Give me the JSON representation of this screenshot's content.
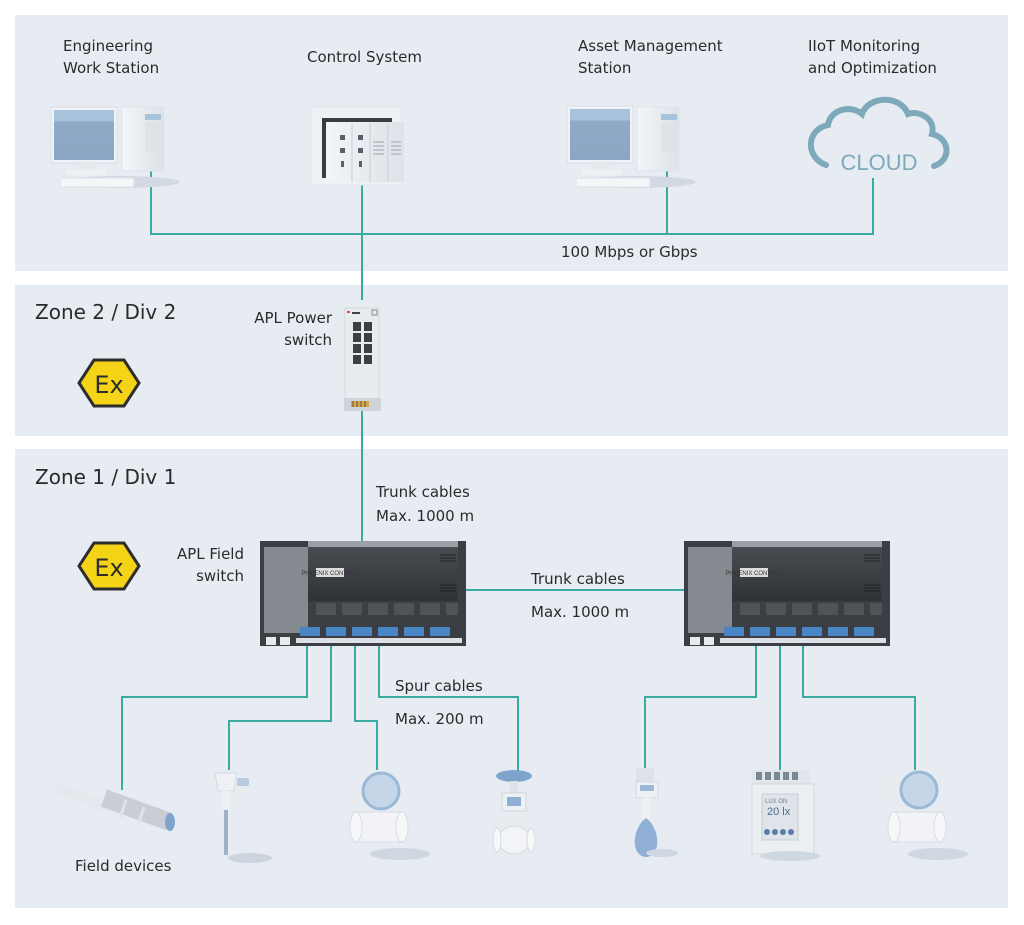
{
  "colors": {
    "panel_bg": "#e7ecf3",
    "cable": "#3aa9a0",
    "ex_yellow": "#f5d316",
    "device_blue": "#7fa4cc",
    "cloud": "#7ea9ba"
  },
  "control_level": {
    "nodes": [
      {
        "id": "engineering-work-station",
        "label_lines": [
          "Engineering",
          "Work Station"
        ],
        "icon": "desktop-computer-icon"
      },
      {
        "id": "control-system",
        "label_lines": [
          "Control System"
        ],
        "icon": "control-system-rack-icon"
      },
      {
        "id": "asset-management-station",
        "label_lines": [
          "Asset Management",
          "Station"
        ],
        "icon": "desktop-computer-icon"
      },
      {
        "id": "iiot-monitoring",
        "label_lines": [
          "IIoT Monitoring",
          "and Optimization"
        ],
        "icon": "cloud-icon",
        "icon_text": "CLOUD"
      }
    ],
    "network_label": "100 Mbps or Gbps"
  },
  "zone2": {
    "title": "Zone 2 / Div 2",
    "ex_symbol": "Ex",
    "power_switch_label_lines": [
      "APL Power",
      "switch"
    ]
  },
  "zone1": {
    "title": "Zone 1 / Div 1",
    "ex_symbol": "Ex",
    "field_switch_label_lines": [
      "APL Field",
      "switch"
    ],
    "trunk_vertical_label_lines": [
      "Trunk cables",
      "Max. 1000 m"
    ],
    "trunk_horizontal_label_lines": [
      "Trunk cables",
      "Max. 1000 m"
    ],
    "spur_label_lines": [
      "Spur cables",
      "Max. 200 m"
    ],
    "field_devices_label": "Field devices",
    "switch_brand": "PHOENIX CONTACT",
    "field_devices": [
      {
        "id": "proximity-sensor",
        "icon": "proximity-sensor-icon"
      },
      {
        "id": "temperature-sensor",
        "icon": "temperature-probe-icon"
      },
      {
        "id": "flow-meter-1",
        "icon": "flow-meter-icon"
      },
      {
        "id": "control-valve",
        "icon": "control-valve-icon"
      },
      {
        "id": "level-sensor",
        "icon": "level-sensor-icon"
      },
      {
        "id": "lux-monitor",
        "icon": "lux-relay-icon",
        "display_text": "20 lx",
        "display_header": "LUX ON"
      },
      {
        "id": "flow-meter-2",
        "icon": "flow-meter-icon"
      }
    ]
  }
}
